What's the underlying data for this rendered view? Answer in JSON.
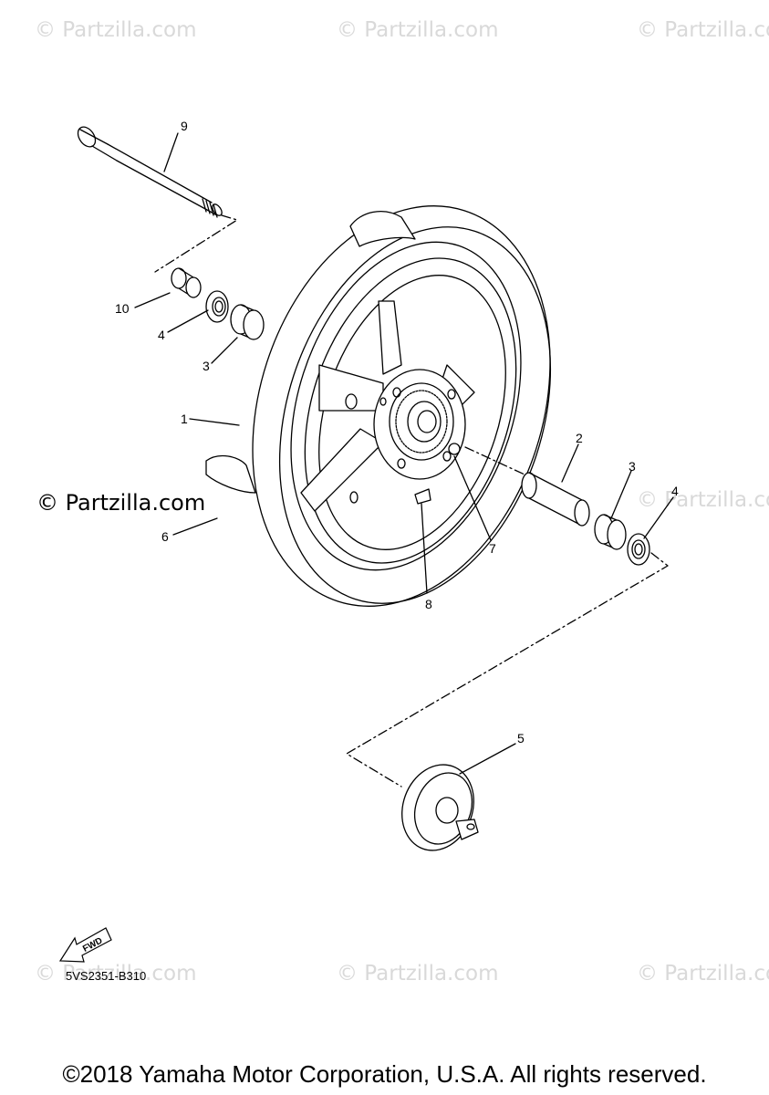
{
  "watermark": "© Partzilla.com",
  "main_watermark": "© Partzilla.com",
  "callouts": {
    "c1": "1",
    "c2": "2",
    "c3a": "3",
    "c3b": "3",
    "c4a": "4",
    "c4b": "4",
    "c5": "5",
    "c6": "6",
    "c7": "7",
    "c8": "8",
    "c9": "9",
    "c10": "10"
  },
  "fwd_label": "FWD",
  "diagram_code": "5VS2351-B310",
  "copyright": "©2018 Yamaha Motor Corporation, U.S.A. All rights reserved."
}
